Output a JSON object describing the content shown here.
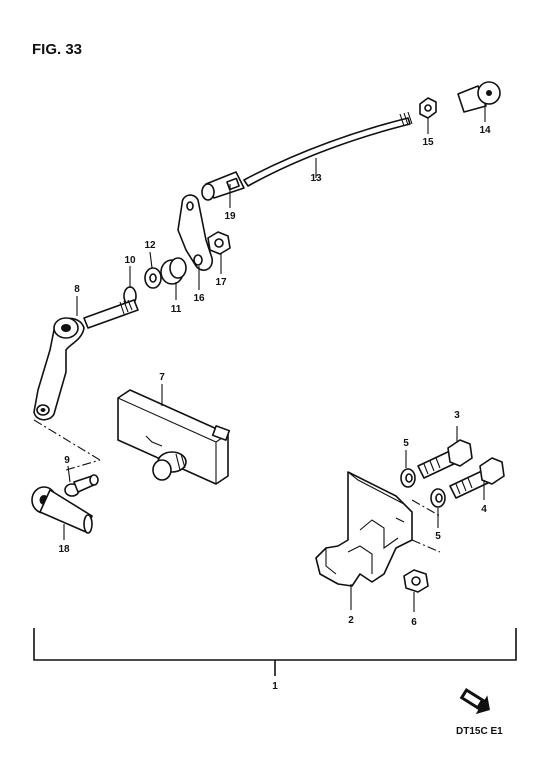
{
  "figure": {
    "title": "FIG. 33",
    "code": "DT15C E1",
    "fwd_icon": "fwd-arrow-icon"
  },
  "callouts": {
    "c1": "1",
    "c2": "2",
    "c3": "3",
    "c4": "4",
    "c5a": "5",
    "c5b": "5",
    "c6": "6",
    "c7": "7",
    "c8": "8",
    "c9": "9",
    "c10": "10",
    "c11": "11",
    "c12": "12",
    "c13": "13",
    "c14": "14",
    "c15": "15",
    "c16": "16",
    "c17": "17",
    "c18": "18",
    "c19": "19"
  }
}
